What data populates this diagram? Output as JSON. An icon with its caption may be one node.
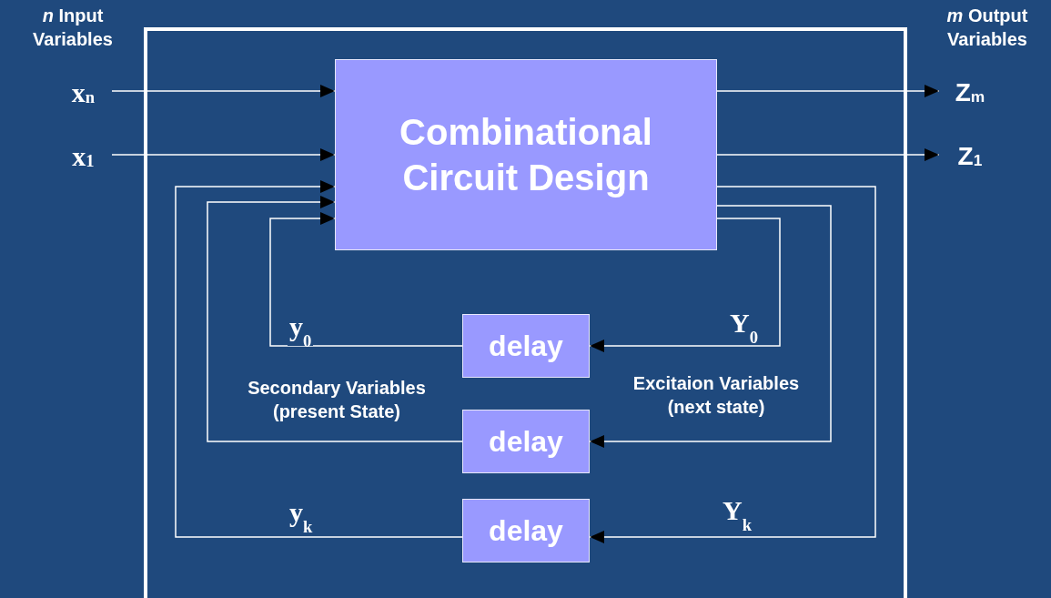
{
  "diagram": {
    "nodes": [
      {
        "text": [],
        "shape": "box"
      },
      {
        "text": [
          "x$_{n}$"
        ]
      },
      {
        "text": [
          "x$_{1}$"
        ]
      },
      {
        "text": [
          "Combinational Circuit Design"
        ],
        "in": 0
      },
      {
        "text": [
          "Z$_{m}$"
        ]
      },
      {
        "text": [
          "Z$_{1}$"
        ]
      },
      {
        "text": [
          "delay"
        ],
        "in": 0
      },
      {
        "text": [
          "delay"
        ],
        "in": 0
      },
      {
        "text": [
          "delay"
        ],
        "in": 0
      }
    ],
    "edges": [
      {
        "from": 1,
        "to": 3,
        "arrow": "to"
      },
      {
        "from": 2,
        "to": 3,
        "arrow": "to"
      },
      {
        "from": 3,
        "to": 4,
        "arrow": "to"
      },
      {
        "from": 3,
        "to": 5,
        "arrow": "to"
      },
      {
        "from": 3,
        "to": 6,
        "arrow": "to",
        "label": "Y$_{0}$"
      },
      {
        "from": 6,
        "to": 3,
        "arrow": "to",
        "label": "y$_{0}$"
      },
      {
        "from": 3,
        "to": 7,
        "arrow": "to"
      },
      {
        "from": 7,
        "to": 3,
        "arrow": "to"
      },
      {
        "from": 3,
        "to": 8,
        "arrow": "to",
        "label": "Y$_{k}$"
      },
      {
        "from": 8,
        "to": 3,
        "arrow": "to",
        "label": "y$_{k}$"
      }
    ],
    "labels": [
      "*n* Input Variables",
      "*m* Output Variables",
      "Secondary Variables (present State)",
      "Excitaion Variables (next state)"
    ]
  }
}
